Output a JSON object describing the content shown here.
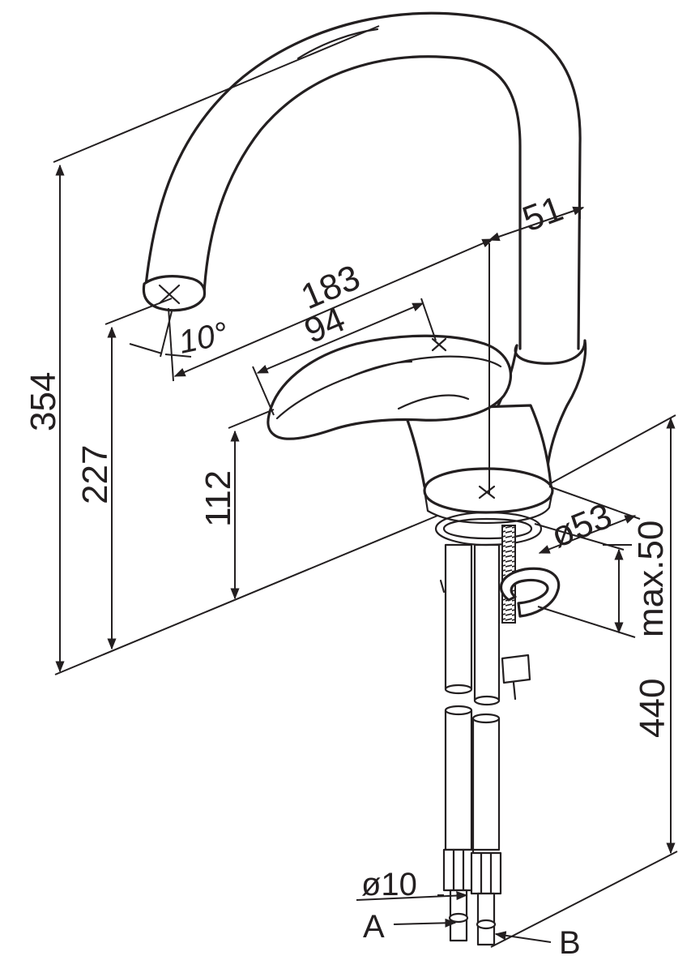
{
  "dimensions": {
    "total_height": "354",
    "spout_height": "227",
    "lever_height": "112",
    "spout_reach": "183",
    "lever_length": "94",
    "spout_angle": "10°",
    "spout_diameter": "51",
    "base_diameter": "ø53",
    "max_deck_thickness": "max.50",
    "hose_length": "440",
    "connector_diameter": "ø10"
  },
  "hose_labels": {
    "left": "A",
    "right": "B"
  },
  "colors": {
    "line": "#231f20",
    "background": "#ffffff"
  }
}
